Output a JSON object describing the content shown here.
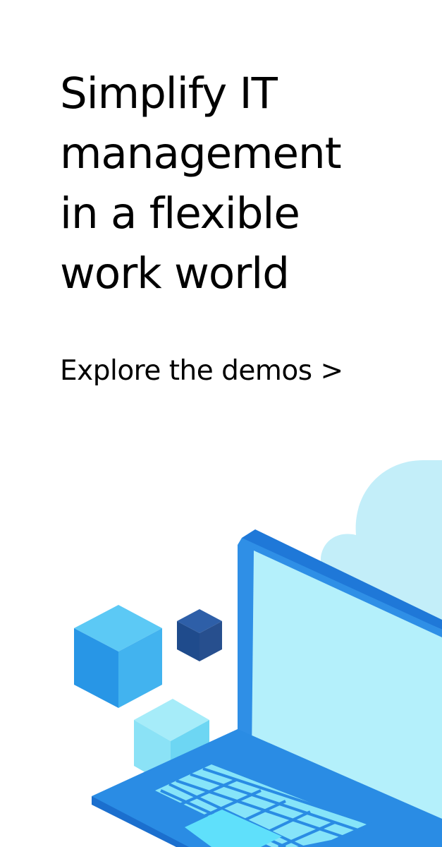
{
  "headline": {
    "line1": "Simplify IT",
    "line2": "management",
    "line3": "in a flexible",
    "line4": "work world"
  },
  "cta": {
    "label": "Explore the demos >"
  },
  "illustration": {
    "icons": [
      "cloud-icon",
      "laptop-icon",
      "cube-icon"
    ],
    "colors": {
      "cloud": "#c3eef9",
      "laptop_frame": "#2d8be0",
      "screen": "#b4f0fb",
      "keyboard_deck": "#2588e0",
      "keys": "#7fe0f8",
      "touchpad": "#8eeafc",
      "cube_light": "#3cb6ef",
      "cube_dark": "#1e4e8e",
      "cube_pale": "#8fe3f7"
    }
  }
}
